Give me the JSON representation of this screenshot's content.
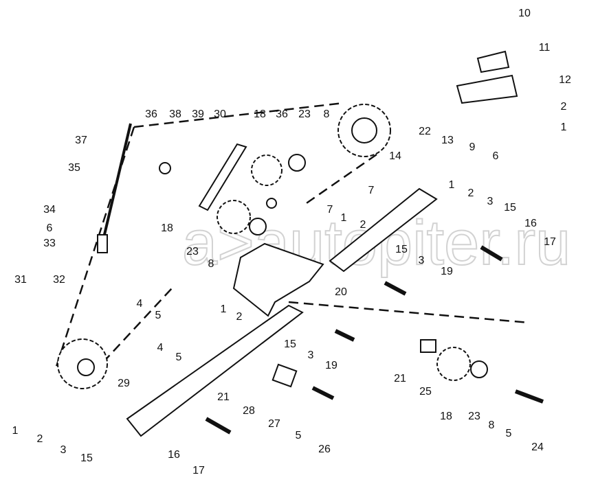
{
  "watermark": "a>autopiter.ru",
  "labels": [
    "10",
    "11",
    "12",
    "2",
    "1",
    "22",
    "13",
    "9",
    "6",
    "36",
    "38",
    "39",
    "30",
    "18",
    "36",
    "23",
    "8",
    "37",
    "35",
    "34",
    "6",
    "33",
    "31",
    "32",
    "7",
    "7",
    "14",
    "1",
    "2",
    "3",
    "15",
    "16",
    "17",
    "18",
    "23",
    "8",
    "1",
    "2",
    "15",
    "3",
    "19",
    "20",
    "4",
    "5",
    "1",
    "2",
    "4",
    "5",
    "15",
    "3",
    "19",
    "21",
    "25",
    "29",
    "21",
    "28",
    "27",
    "5",
    "26",
    "18",
    "23",
    "8",
    "5",
    "24",
    "1",
    "2",
    "3",
    "15",
    "16",
    "17"
  ]
}
